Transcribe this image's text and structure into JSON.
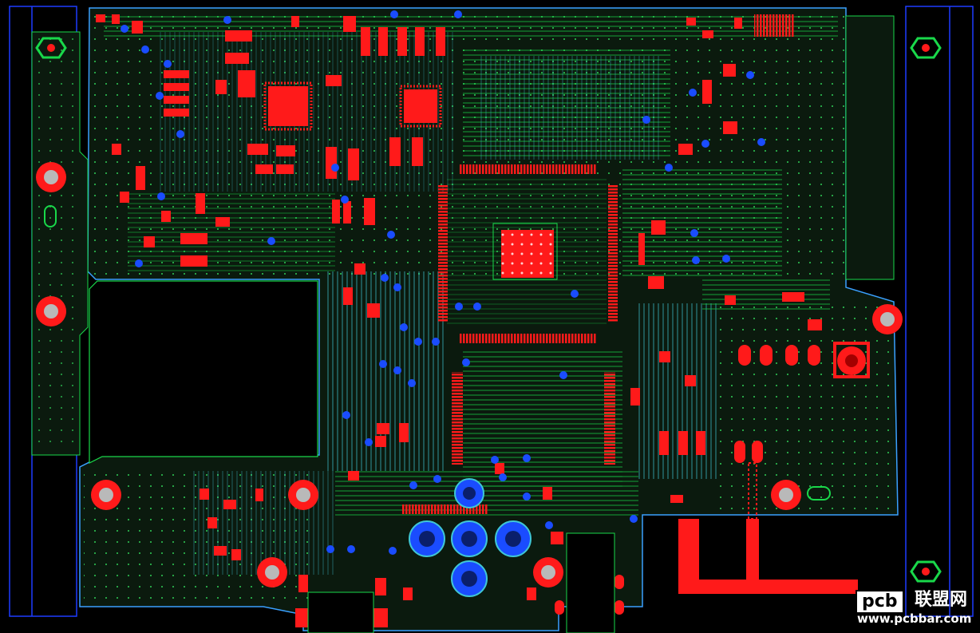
{
  "board": {
    "background": "#000000",
    "board_fill": "#0b1a0e",
    "outline_color": "#3aa0ff",
    "top_trace_color": "#19d84a",
    "inner_trace_color": "#3fc6d6",
    "pad_color": "#ff1a1a",
    "via_color": "#1a4cff",
    "mounting_hole_color": "#ff1a1a",
    "copper_dot_color": "#39ff6a"
  },
  "watermark": {
    "logo": "pcb",
    "name": "联盟网",
    "url": "www.pcbbar.com"
  }
}
